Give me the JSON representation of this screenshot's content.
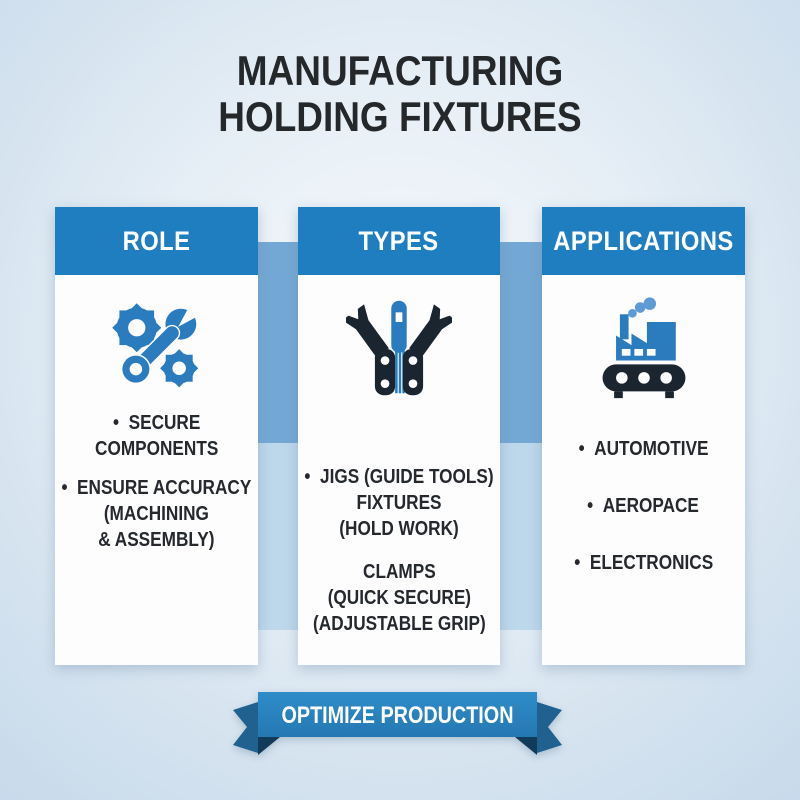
{
  "title": {
    "line1": "MANUFACTURING",
    "line2": "HOLDING FIXTURES"
  },
  "bullet_char": "•",
  "columns": [
    {
      "id": "role",
      "header": "ROLE",
      "icon": "wrench-gears-icon",
      "items": [
        {
          "bullet": true,
          "lines": [
            "SECURE",
            "COMPONENTS"
          ]
        },
        {
          "bullet": true,
          "lines": [
            "ENSURE ACCURACY",
            "(MACHINING",
            "& ASSEMBLY)"
          ]
        }
      ]
    },
    {
      "id": "types",
      "header": "TYPES",
      "icon": "multi-tool-icon",
      "items": [
        {
          "bullet": true,
          "lines": [
            "JIGS (GUIDE TOOLS)",
            "FIXTURES",
            "(HOLD WORK)"
          ]
        },
        {
          "bullet": false,
          "lines": [
            "CLAMPS",
            "(QUICK SECURE)",
            "(ADJUSTABLE GRIP)"
          ]
        }
      ]
    },
    {
      "id": "applications",
      "header": "APPLICATIONS",
      "icon": "factory-conveyor-icon",
      "items": [
        {
          "bullet": true,
          "lines": [
            "AUTOMOTIVE"
          ]
        },
        {
          "bullet": true,
          "lines": [
            "AEROPACE"
          ]
        },
        {
          "bullet": true,
          "lines": [
            "ELECTRONICS"
          ]
        }
      ]
    }
  ],
  "banner": {
    "label": "OPTIMIZE PRODUCTION"
  },
  "colors": {
    "header_blue": "#1f7ec0",
    "connector_top": "#74a8d4",
    "connector_bottom": "#bdd7eb",
    "ribbon_band": "#2a85c2",
    "ribbon_tail": "#21618f",
    "ribbon_fold": "#123a5a",
    "icon_blue": "#2a7cbe",
    "icon_dark": "#1b2530",
    "smoke_blue": "#5e9bd6",
    "text_dark": "#25292d",
    "card_white": "#fdfdfe"
  }
}
